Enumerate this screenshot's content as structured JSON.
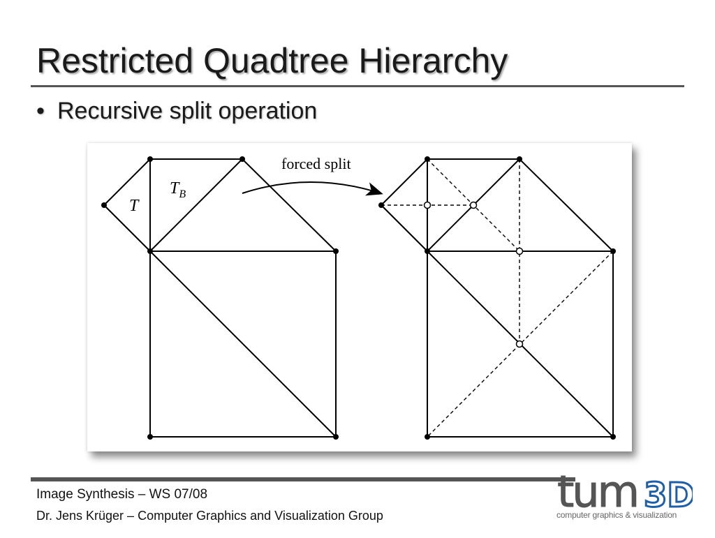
{
  "slide": {
    "title": "Restricted Quadtree Hierarchy",
    "bullet": "Recursive split operation"
  },
  "figure": {
    "label_T": "T",
    "label_TB_main": "T",
    "label_TB_sub": "B",
    "arrow_label": "forced split"
  },
  "footer": {
    "line1": "Image Synthesis – WS 07/08",
    "line2": "Dr. Jens Krüger – Computer Graphics and Visualization Group"
  },
  "logo": {
    "main": "tum",
    "suffix": "3D",
    "tagline": "computer graphics & visualization",
    "colors": {
      "main": "#555555",
      "suffix": "#1f5fa8"
    }
  }
}
